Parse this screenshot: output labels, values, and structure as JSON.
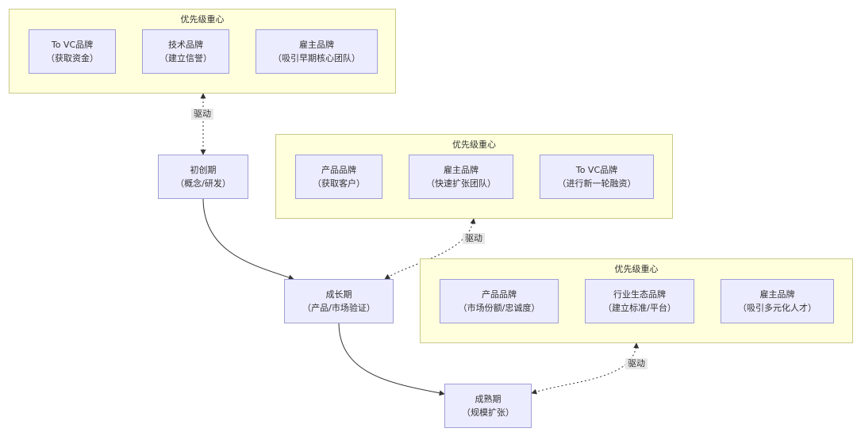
{
  "groups": [
    {
      "title": "优先级重心",
      "nodes": [
        {
          "line1": "To VC品牌",
          "line2": "（获取资金）"
        },
        {
          "line1": "技术品牌",
          "line2": "（建立信誉）"
        },
        {
          "line1": "雇主品牌",
          "line2": "（吸引早期核心团队）"
        }
      ]
    },
    {
      "title": "优先级重心",
      "nodes": [
        {
          "line1": "产品品牌",
          "line2": "（获取客户）"
        },
        {
          "line1": "雇主品牌",
          "line2": "（快速扩张团队）"
        },
        {
          "line1": "To VC品牌",
          "line2": "（进行新一轮融资）"
        }
      ]
    },
    {
      "title": "优先级重心",
      "nodes": [
        {
          "line1": "产品品牌",
          "line2": "（市场份额/忠诚度）"
        },
        {
          "line1": "行业生态品牌",
          "line2": "（建立标准/平台）"
        },
        {
          "line1": "雇主品牌",
          "line2": "（吸引多元化人才）"
        }
      ]
    }
  ],
  "stages": [
    {
      "line1": "初创期",
      "line2": "（概念/研发）"
    },
    {
      "line1": "成长期",
      "line2": "（产品/市场验证）"
    },
    {
      "line1": "成熟期",
      "line2": "（规模扩张）"
    }
  ],
  "edge_labels": [
    "驱动",
    "驱动",
    "驱动"
  ],
  "colors": {
    "group_fill": "#ffffde",
    "node_fill": "#ececff",
    "edge": "#333333"
  }
}
